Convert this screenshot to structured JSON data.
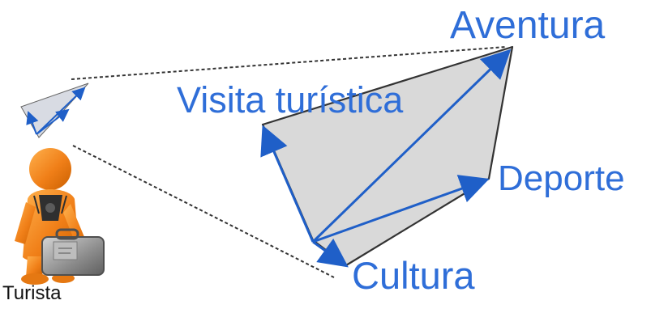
{
  "labels": {
    "aventura": "Aventura",
    "visita_turistica": "Visita turística",
    "deporte": "Deporte",
    "cultura": "Cultura",
    "turista": "Turista"
  },
  "colors": {
    "label_blue": "#2f6ed8",
    "arrow_blue": "#1f5fc8",
    "polygon_fill": "#d9d9d9",
    "outline": "#333333",
    "figure_orange": "#f07f18",
    "suitcase_gray": "#7f7f7f"
  },
  "icons": {
    "person": "person-with-suitcase-icon"
  }
}
